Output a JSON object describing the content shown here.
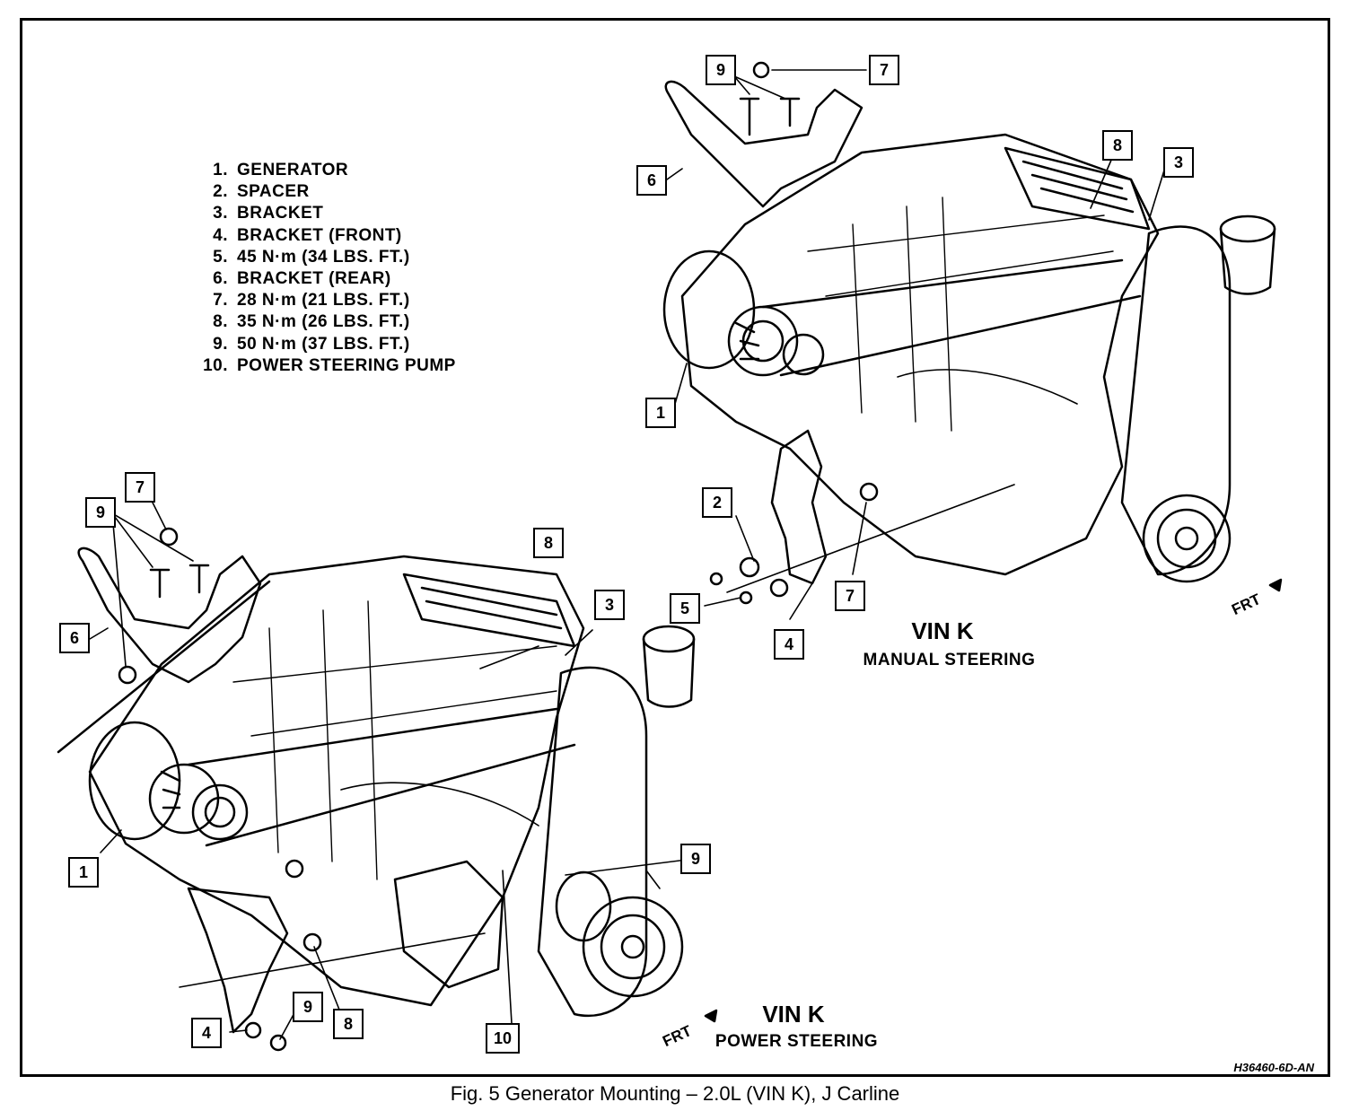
{
  "legend": [
    {
      "num": "1.",
      "text": "GENERATOR"
    },
    {
      "num": "2.",
      "text": "SPACER"
    },
    {
      "num": "3.",
      "text": "BRACKET"
    },
    {
      "num": "4.",
      "text": "BRACKET (FRONT)"
    },
    {
      "num": "5.",
      "text": "45 N·m (34 LBS. FT.)"
    },
    {
      "num": "6.",
      "text": "BRACKET (REAR)"
    },
    {
      "num": "7.",
      "text": "28 N·m (21 LBS. FT.)"
    },
    {
      "num": "8.",
      "text": "35 N·m (26 LBS. FT.)"
    },
    {
      "num": "9.",
      "text": "50 N·m (37 LBS. FT.)"
    },
    {
      "num": "10.",
      "text": "POWER STEERING PUMP"
    }
  ],
  "manual": {
    "title": "VIN K",
    "subtitle": "MANUAL STEERING",
    "frt": "FRT",
    "callouts": [
      "9",
      "7",
      "8",
      "3",
      "6",
      "1",
      "2",
      "5",
      "7",
      "4"
    ]
  },
  "power": {
    "title": "VIN K",
    "subtitle": "POWER STEERING",
    "frt": "FRT",
    "callouts": [
      "7",
      "9",
      "6",
      "8",
      "3",
      "1",
      "9",
      "4",
      "9",
      "8",
      "10"
    ]
  },
  "reference_code": "H36460-6D-AN",
  "figure_caption": "Fig. 5 Generator Mounting – 2.0L (VIN K), J Carline"
}
